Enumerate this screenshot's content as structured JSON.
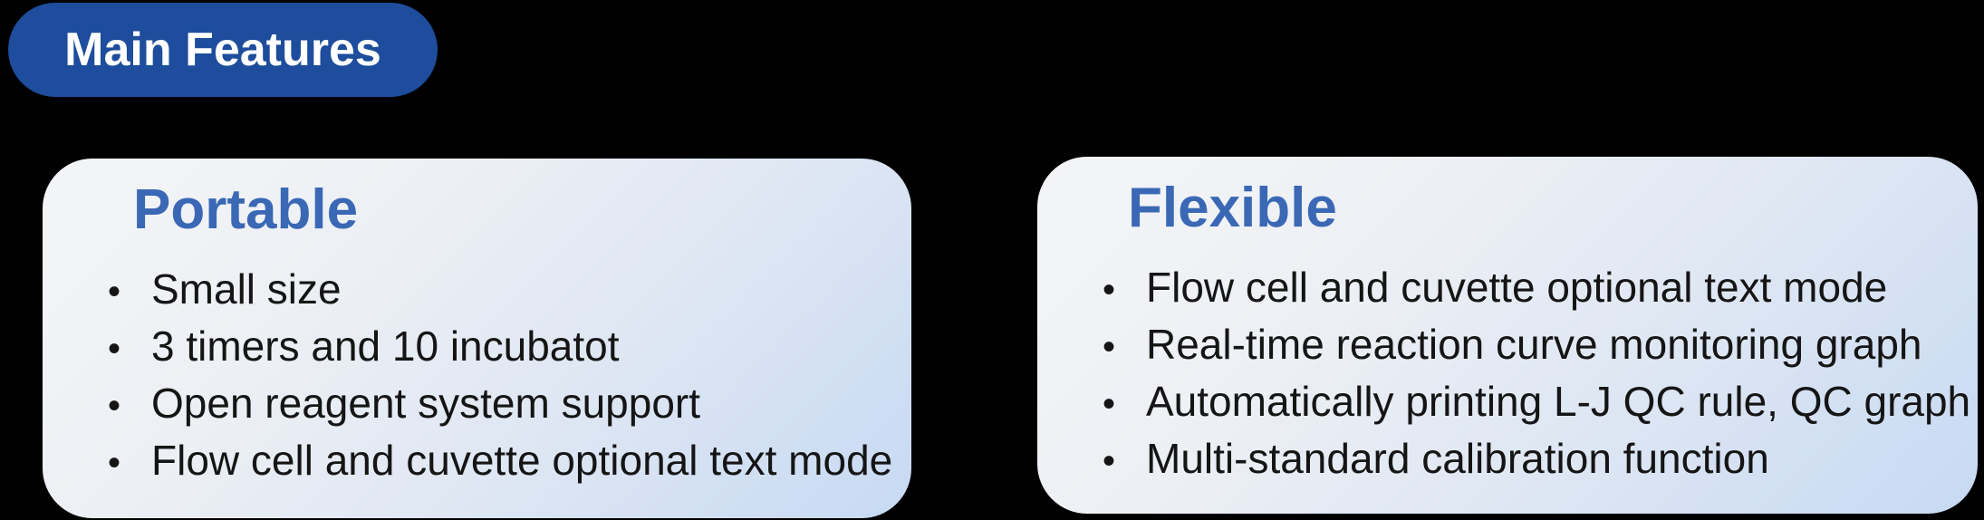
{
  "badge": {
    "label": "Main Features",
    "bg_color": "#1d4d9c",
    "text_color": "#ffffff"
  },
  "cards": [
    {
      "title": "Portable",
      "bullets": [
        "Small size",
        "3 timers and 10 incubatot",
        "Open reagent system support",
        "Flow cell and cuvette optional text mode"
      ]
    },
    {
      "title": "Flexible",
      "bullets": [
        "Flow cell and cuvette optional text mode",
        "Real-time reaction curve monitoring graph",
        "Automatically printing L-J QC rule, QC graph",
        "Multi-standard calibration function"
      ]
    }
  ],
  "colors": {
    "background": "#000000",
    "badge_blue": "#1d4d9c",
    "heading_blue": "#3a68b5",
    "card_gradient_start": "#f4f5f7",
    "card_gradient_end": "#c7d9f3",
    "bullet_text": "#151515"
  },
  "bullet_glyph": "•"
}
